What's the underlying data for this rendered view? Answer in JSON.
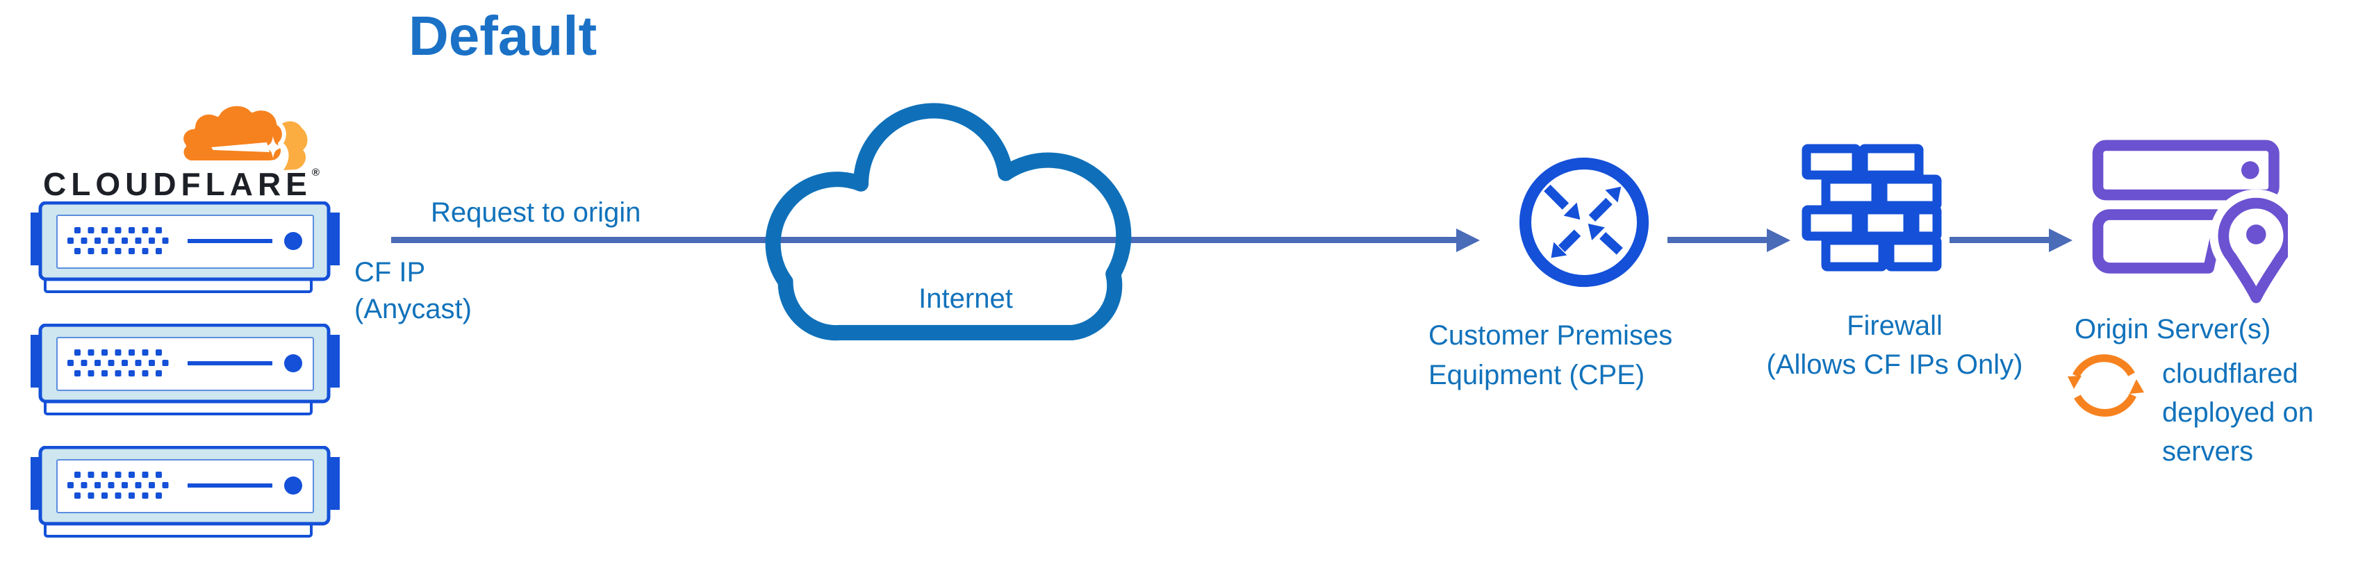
{
  "title": "Default",
  "palette": {
    "label_blue": "#1172BB",
    "title_blue": "#1B71C6",
    "icon_blue": "#1450D8",
    "connector_blue": "#4A6BB8",
    "cloud_outline_blue": "#0F70B9",
    "server_panel_fill": "#CDE6EF",
    "cloudflare_orange": "#F6821F",
    "cloudflare_orange_light": "#FBAD41",
    "origin_purple": "#6B52D0",
    "wordmark_black": "#1D2026"
  },
  "cloudflare": {
    "brand": "CLOUDFLARE",
    "registered": "®",
    "server_count": 3
  },
  "edge_flow": {
    "request_label": "Request to origin",
    "ip_lines": [
      "CF IP",
      "(Anycast)"
    ]
  },
  "internet": {
    "label": "Internet"
  },
  "cpe": {
    "label_lines": [
      "Customer Premises",
      "Equipment (CPE)"
    ]
  },
  "firewall": {
    "label_lines": [
      "Firewall",
      "(Allows CF IPs Only)"
    ]
  },
  "origin": {
    "label": "Origin Server(s)",
    "note_lines": [
      "cloudflared",
      "deployed on",
      "servers"
    ]
  }
}
